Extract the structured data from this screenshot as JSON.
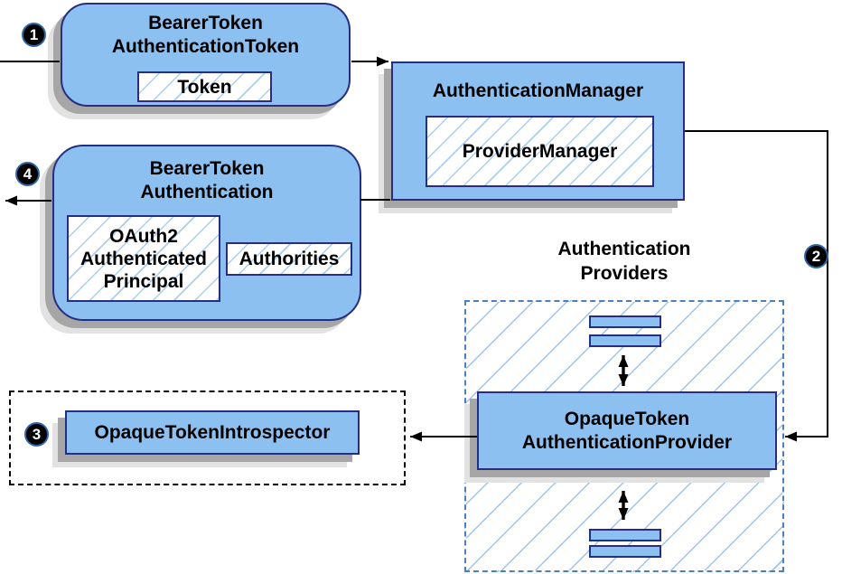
{
  "diagram": {
    "steps": {
      "one": "1",
      "two": "2",
      "three": "3",
      "four": "4"
    },
    "bearer_token_authentication_token": {
      "title": "BearerToken\nAuthenticationToken",
      "token_label": "Token"
    },
    "authentication_manager": {
      "title": "AuthenticationManager",
      "provider_manager_label": "ProviderManager"
    },
    "bearer_token_authentication": {
      "title": "BearerToken\nAuthentication",
      "principal_label": "OAuth2\nAuthenticated\nPrincipal",
      "authorities_label": "Authorities"
    },
    "authentication_providers": {
      "title": "Authentication\nProviders",
      "provider_label": "OpaqueToken\nAuthenticationProvider"
    },
    "introspector": {
      "label": "OpaqueTokenIntrospector"
    }
  },
  "colors": {
    "node_fill": "#8cc0f0",
    "node_border": "#272e82",
    "hatch_line": "#a9cdf1",
    "providers_dash_border": "#4d7fc0",
    "introspector_dash_border": "#000000",
    "shadow_dark": "#a6a6a6",
    "shadow_light": "#e2e2e2",
    "badge_background": "#000000",
    "badge_text": "#ffffff",
    "connector": "#000000"
  }
}
